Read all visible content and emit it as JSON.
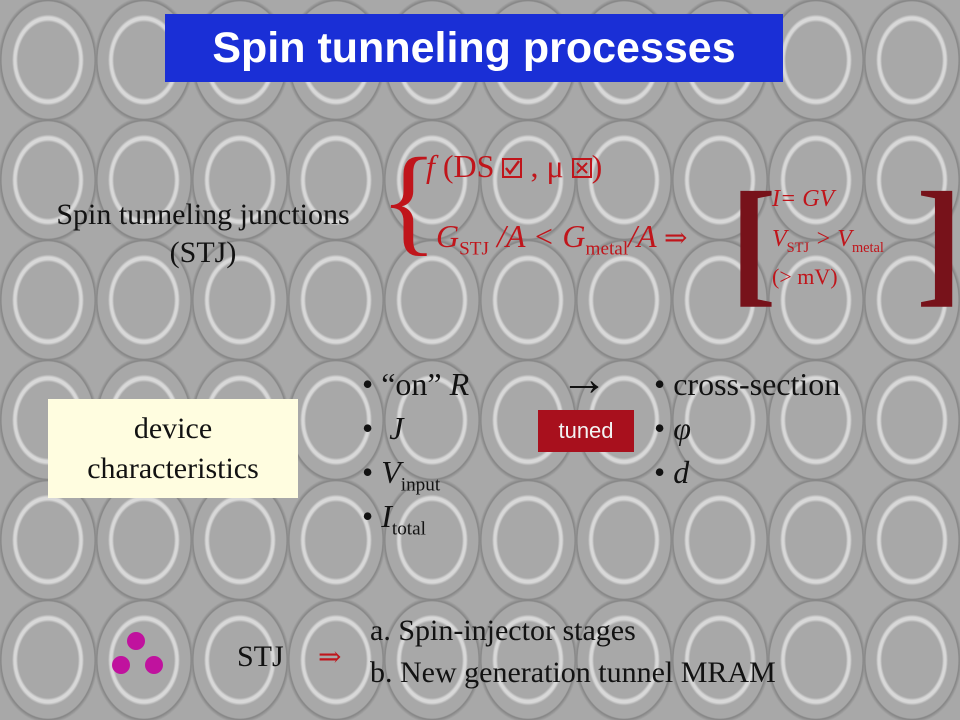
{
  "title": "Spin tunneling processes",
  "stj_label": {
    "line1": "Spin tunneling junctions",
    "line2": "(STJ)"
  },
  "formula1": {
    "f": "f",
    "ds": "(DS",
    "mu": ", μ",
    "close": ")"
  },
  "formula2": {
    "g": "G",
    "stj_sub": "STJ",
    "div_a": " /A < G",
    "metal_sub": "metal",
    "div_a2": "/A",
    "implies": "⇒"
  },
  "bracket_content": {
    "line1": "I= GV",
    "line2_v": "V",
    "line2_stj": "STJ",
    "line2_gt": " > V",
    "line2_metal": "metal",
    "line3": "(> mV)"
  },
  "device_box": {
    "line1": "device",
    "line2": "characteristics"
  },
  "left_bullets": [
    {
      "prefix": "• “on” ",
      "var": "R"
    },
    {
      "prefix": "• ",
      "var": "J"
    },
    {
      "prefix": "• ",
      "var": "V",
      "sub": "input"
    },
    {
      "prefix": "• ",
      "var": "I",
      "sub": "total"
    }
  ],
  "arrow": "→",
  "tuned_label": "tuned",
  "right_bullets": [
    {
      "text": "• cross-section"
    },
    {
      "text": "• ",
      "var": "φ"
    },
    {
      "text": "• ",
      "var": "d"
    }
  ],
  "stj_bottom": {
    "label": "STJ",
    "implies": "⇒"
  },
  "applications": [
    "a. Spin-injector stages",
    "b. New generation tunnel MRAM"
  ],
  "colors": {
    "title_bg": "#1a2fd6",
    "accent_red": "#c0151b",
    "bracket": "#77121a",
    "tuned_bg": "#a8101d",
    "device_bg": "#fffde0",
    "dots": "#c0129e"
  }
}
